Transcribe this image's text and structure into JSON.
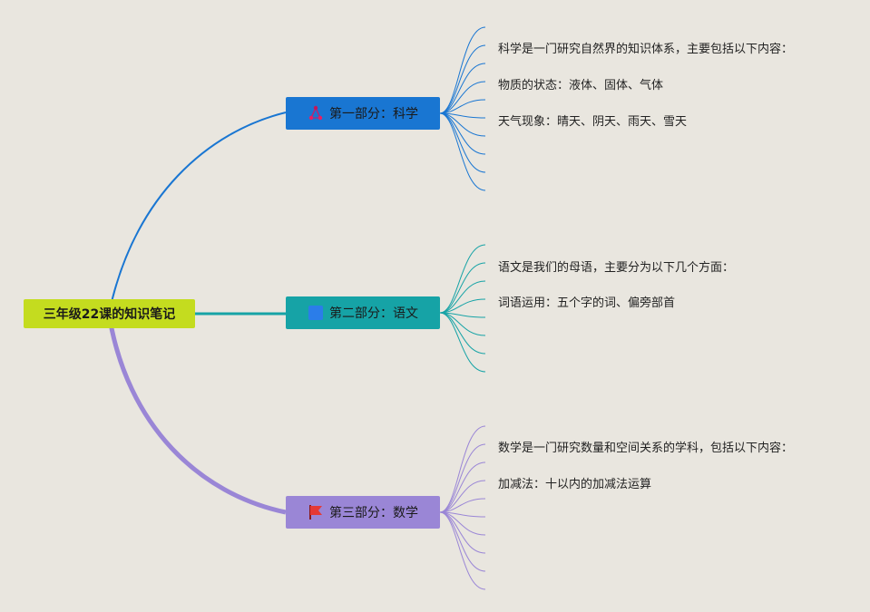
{
  "root": {
    "label": "三年级22课的知识笔记",
    "color": "#c4dc1f"
  },
  "branches": [
    {
      "label": "第一部分：科学",
      "color": "#1976d2",
      "icon": "molecule-icon",
      "leaves": [
        "科学是一门研究自然界的知识体系，主要包括以下内容：",
        "物质的状态：液体、固体、气体",
        "天气现象：晴天、阴天、雨天、雪天"
      ]
    },
    {
      "label": "第二部分：语文",
      "color": "#16a3a6",
      "icon": "blue-square-icon",
      "leaves": [
        "语文是我们的母语，主要分为以下几个方面：",
        "词语运用：五个字的词、偏旁部首"
      ]
    },
    {
      "label": "第三部分：数学",
      "color": "#9a86d6",
      "icon": "red-flag-icon",
      "leaves": [
        "数学是一门研究数量和空间关系的学科，包括以下内容：",
        "加减法：十以内的加减法运算"
      ]
    }
  ]
}
